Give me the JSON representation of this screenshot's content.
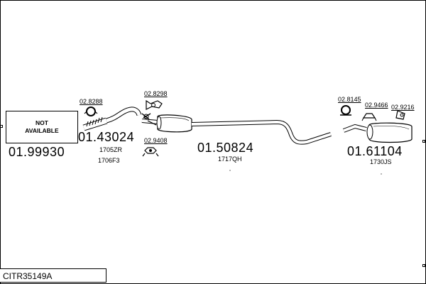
{
  "diagram": {
    "title": "CITR35149A",
    "not_available": {
      "line1": "NOT",
      "line2": "AVAILABLE"
    },
    "parts": [
      {
        "code": "01.99930"
      },
      {
        "code": "01.43024",
        "refs": [
          "1705ZR",
          "1706F3"
        ]
      },
      {
        "code": "01.50824",
        "refs": [
          "1717QH"
        ]
      },
      {
        "code": "01.61104",
        "refs": [
          "1730JS"
        ]
      }
    ],
    "accessories": [
      "02.8288",
      "02.8298",
      "02.9408",
      "02.8145",
      "02.9466",
      "02.9216"
    ]
  }
}
